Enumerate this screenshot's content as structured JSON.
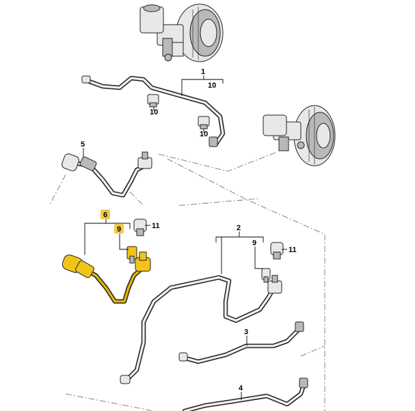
{
  "callouts": {
    "c1": "1",
    "c10_top": "10",
    "c10_left": "10",
    "c10_mid": "10",
    "c5": "5",
    "c6": "6",
    "c9_left": "9",
    "c11_left": "11",
    "c2": "2",
    "c9_right": "9",
    "c11_right": "11",
    "c3": "3",
    "c4": "4"
  },
  "colors": {
    "highlight_badge": "#f2c94c",
    "highlight_part": "#f0c419",
    "line": "#222222"
  }
}
